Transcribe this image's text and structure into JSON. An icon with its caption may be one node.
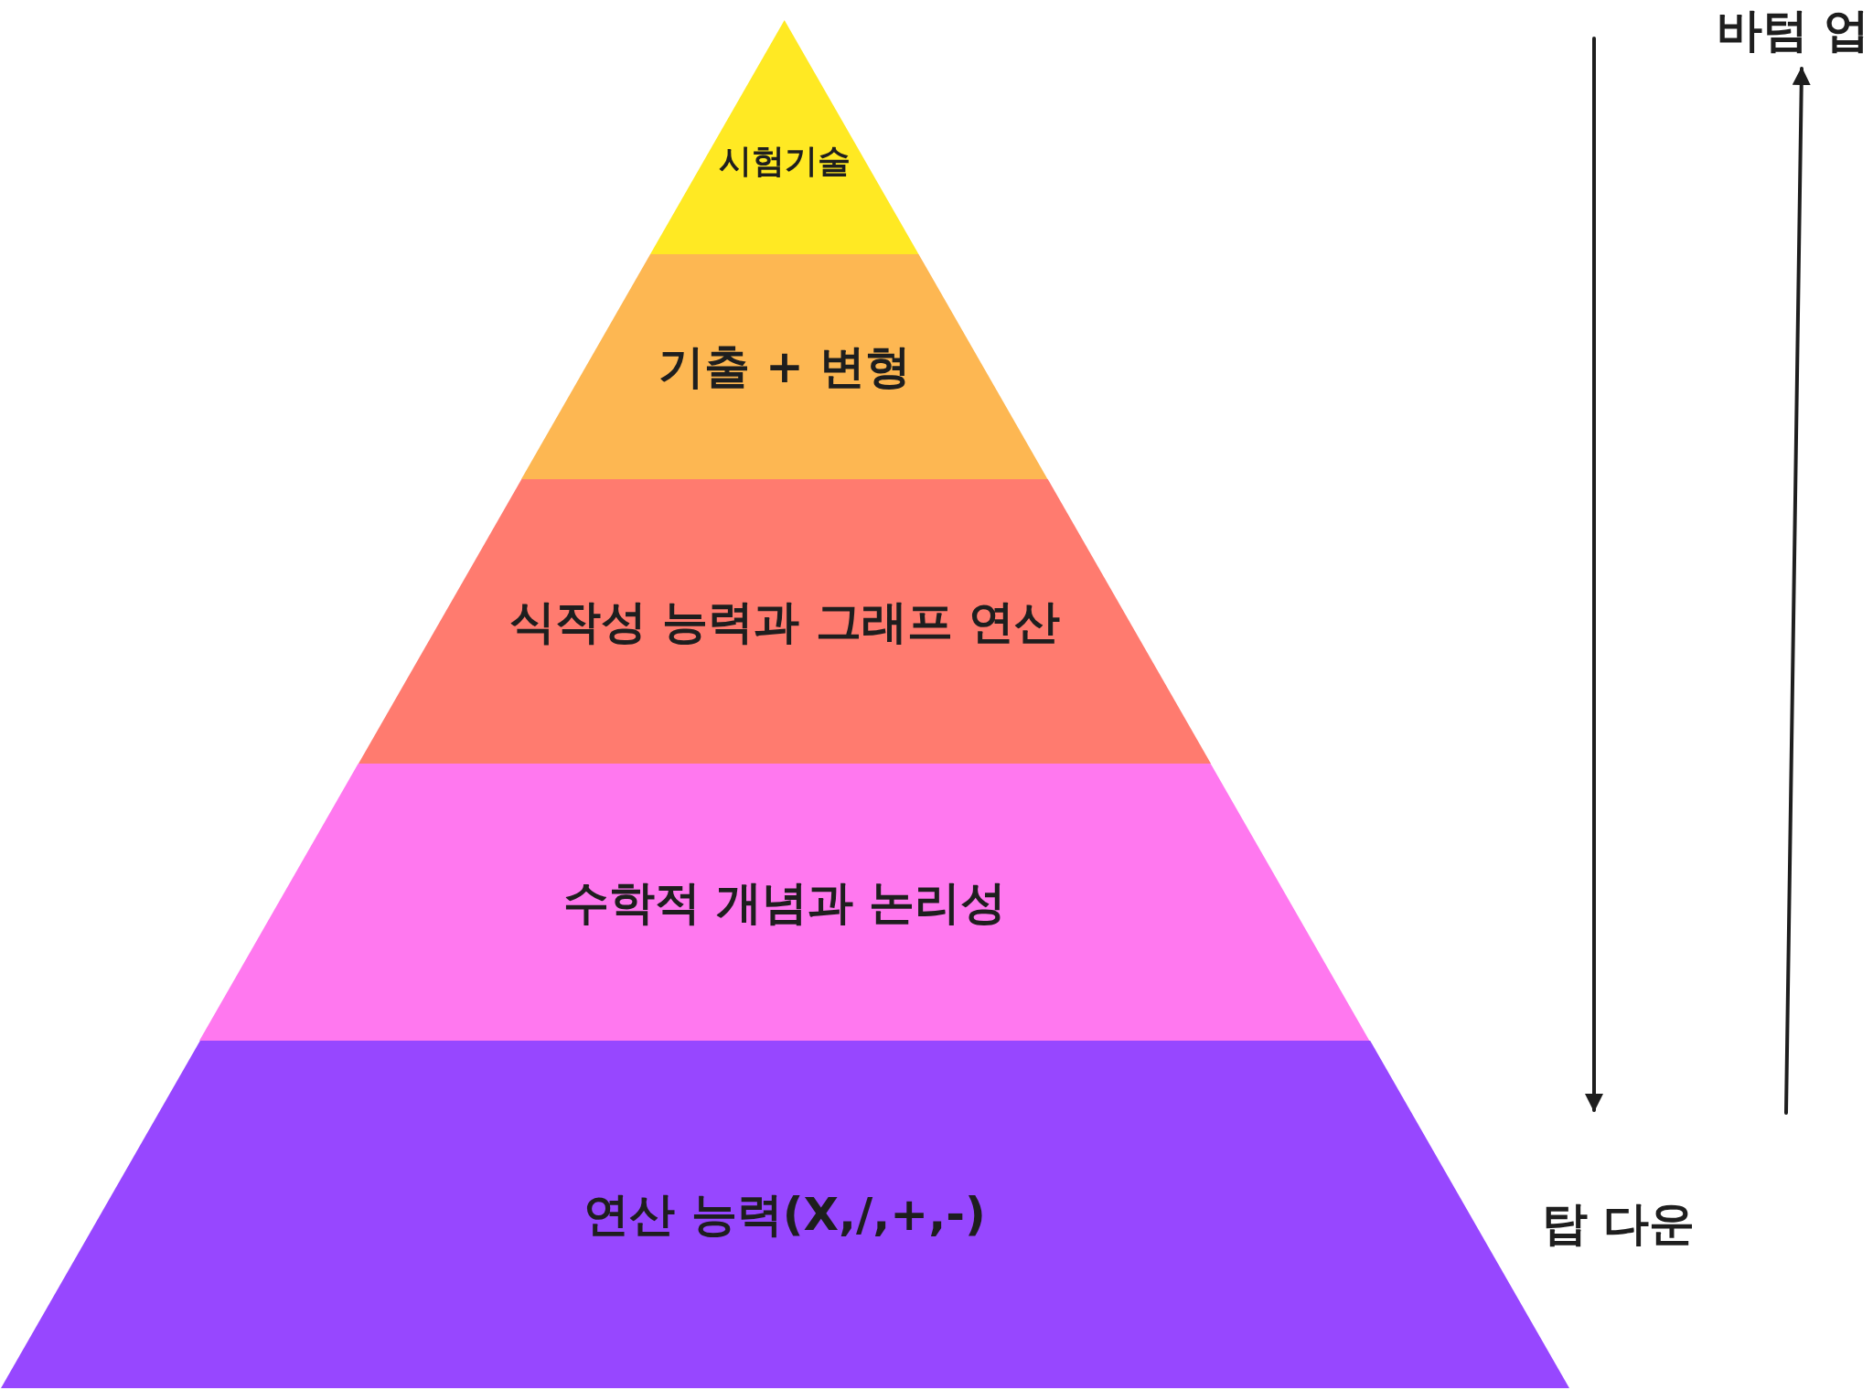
{
  "diagram": {
    "nodes": [
      {
        "text": [
          "시험기술"
        ]
      },
      {
        "text": [
          "기출 + 변형"
        ]
      },
      {
        "text": [
          "식작성 능력과 그래프 연산"
        ]
      },
      {
        "text": [
          "수학적 개념과 논리성"
        ]
      },
      {
        "text": [
          "연산 능력(X,/,+,-)"
        ]
      }
    ],
    "edges": [],
    "labels": [
      "바텀 업",
      "탑 다운"
    ]
  }
}
